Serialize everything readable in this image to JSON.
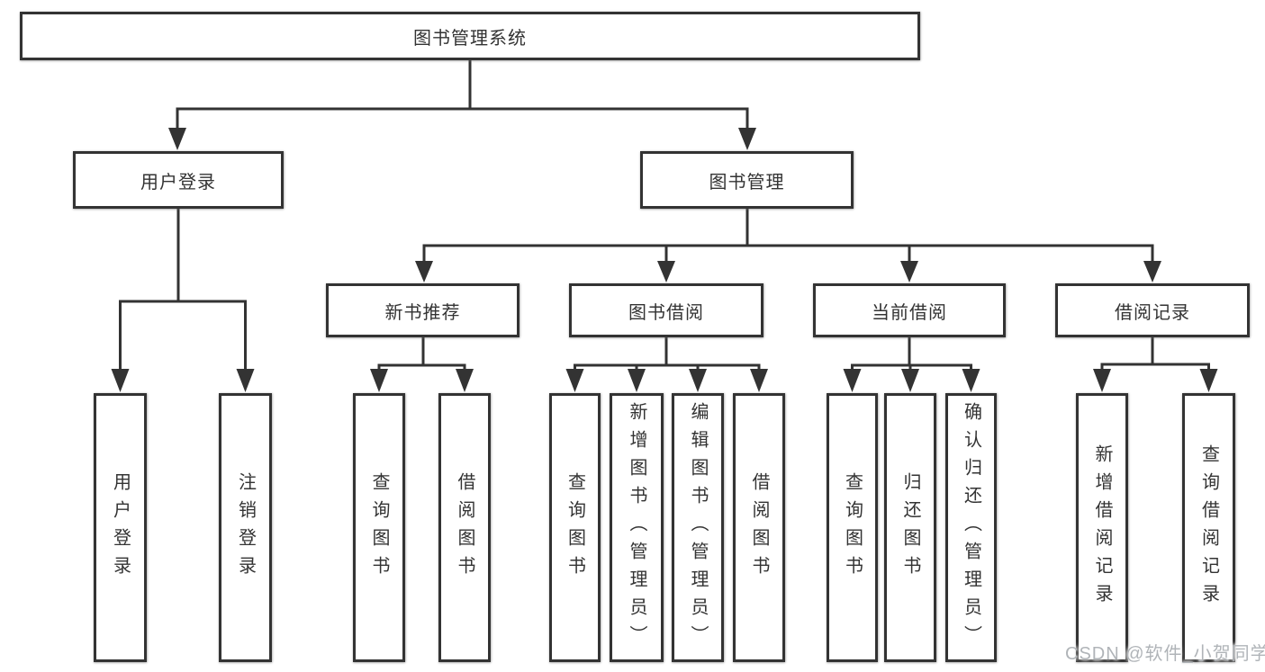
{
  "diagram": {
    "root": "图书管理系统",
    "level2": [
      "用户登录",
      "图书管理"
    ],
    "level3": [
      "新书推荐",
      "图书借阅",
      "当前借阅",
      "借阅记录"
    ],
    "leaves": {
      "user_login": [
        "用户登录",
        "注销登录"
      ],
      "new_book": [
        "查询图书",
        "借阅图书"
      ],
      "book_borrow": [
        "查询图书",
        "新增图书（管理员）",
        "编辑图书（管理员）",
        "借阅图书"
      ],
      "current_borrow": [
        "查询图书",
        "归还图书",
        "确认归还（管理员）"
      ],
      "borrow_record": [
        "新增借阅记录",
        "查询借阅记录"
      ]
    }
  },
  "watermark": "CSDN @软件_小贺同学",
  "colors": {
    "line": "#333333",
    "border": "#333333",
    "text": "#333333",
    "watermark": "#b0b4b8",
    "background": "#ffffff"
  }
}
